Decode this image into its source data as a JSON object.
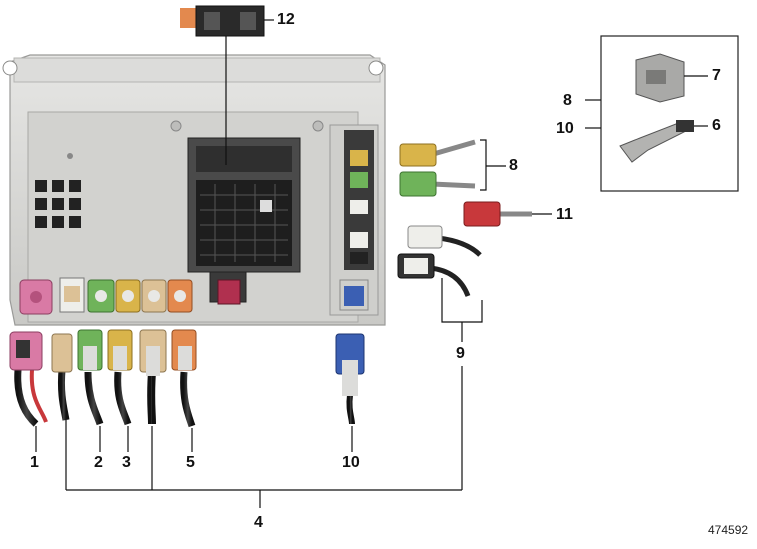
{
  "diagram": {
    "reference_number": "474592",
    "callouts": {
      "c1": "1",
      "c2": "2",
      "c3": "3",
      "c4": "4",
      "c5": "5",
      "c6": "6",
      "c7": "7",
      "c8_main": "8",
      "c8_inset": "8",
      "c9": "9",
      "c10_main": "10",
      "c10_inset": "10",
      "c11": "11",
      "c12": "12"
    },
    "colors": {
      "pink": "#d97aa5",
      "beige": "#dcc196",
      "green": "#6fb35a",
      "yellow": "#d9b44a",
      "orange": "#e3894e",
      "violet": "#b0304f",
      "blue": "#3b5fb3",
      "white": "#eeeeea",
      "red": "#c8383b",
      "unit_body": "#d8d8d6"
    }
  }
}
